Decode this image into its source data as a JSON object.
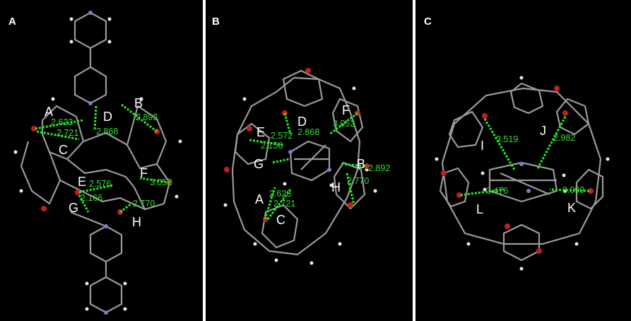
{
  "colors": {
    "background": "#000000",
    "bond": "#9a9a9a",
    "hydrogen": "#e8e8e8",
    "oxygen": "#c0201a",
    "nitrogen": "#7a7ad0",
    "hbond": "#22ee22",
    "label": "#ffffff",
    "distance": "#33dd33"
  },
  "panels": [
    {
      "letter": "A",
      "atom_labels": [
        "A",
        "B",
        "C",
        "D",
        "E",
        "F",
        "G",
        "H"
      ],
      "distances": [
        "2.623",
        "2.721",
        "2.868",
        "2.892",
        "2.576",
        "3.052",
        "2.166",
        "2.770"
      ]
    },
    {
      "letter": "B",
      "atom_labels": [
        "D",
        "F",
        "E",
        "G",
        "B",
        "H",
        "A",
        "C"
      ],
      "distances": [
        "2.572",
        "2.868",
        "3.052",
        "2.156",
        "2.892",
        "2.770",
        "2.623",
        "2.721"
      ]
    },
    {
      "letter": "C",
      "atom_labels": [
        "I",
        "J",
        "L",
        "K"
      ],
      "distances": [
        "3.519",
        "2.982",
        "3.476",
        "3.099"
      ]
    }
  ]
}
